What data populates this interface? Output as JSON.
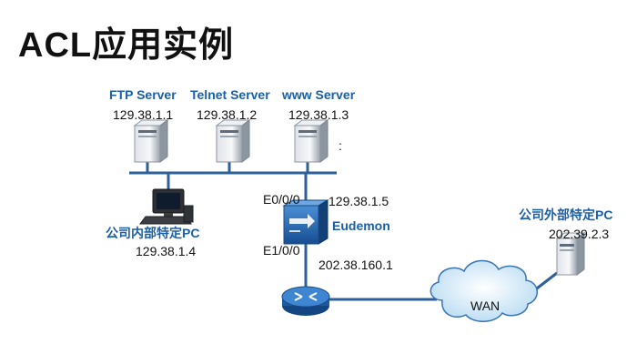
{
  "title": "ACL应用实例",
  "servers": [
    {
      "name": "FTP Server",
      "ip": "129.38.1.1"
    },
    {
      "name": "Telnet Server",
      "ip": "129.38.1.2"
    },
    {
      "name": "www Server",
      "ip": "129.38.1.3"
    }
  ],
  "internal_pc": {
    "name": "公司内部特定PC",
    "ip": "129.38.1.4"
  },
  "firewall": {
    "name": "Eudemon",
    "port_lan": "E0/0/0",
    "ip_lan": "129.38.1.5",
    "port_wan": "E1/0/0",
    "ip_wan": "202.38.160.1"
  },
  "wan_label": "WAN",
  "external_pc": {
    "name": "公司外部特定PC",
    "ip": "202.39.2.3"
  },
  "stray_mark": ":",
  "colors": {
    "label_blue": "#1a5fa8",
    "device_blue": "#1f62b3",
    "line_blue": "#2d5f99",
    "cloud_blue": "#bfe0f5"
  }
}
